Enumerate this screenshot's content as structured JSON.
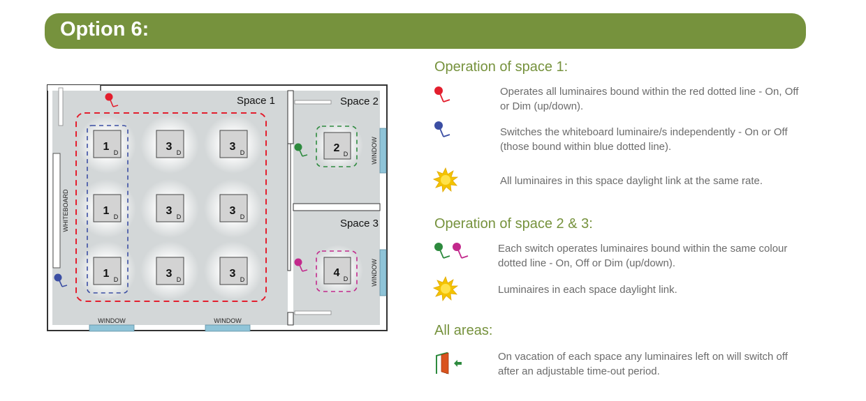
{
  "banner": {
    "title": "Option 6:"
  },
  "plan": {
    "rooms": {
      "space1": "Space 1",
      "space2": "Space 2",
      "space3": "Space 3"
    },
    "labels": {
      "whiteboard": "WHITEBOARD",
      "window": "WINDOW"
    },
    "luminaires": {
      "space1_whiteboard": {
        "number": "1",
        "tag": "D"
      },
      "space1_main": {
        "number": "3",
        "tag": "D"
      },
      "space2": {
        "number": "2",
        "tag": "D"
      },
      "space3": {
        "number": "4",
        "tag": "D"
      }
    },
    "colors": {
      "red_line": "#e31e2d",
      "blue_line": "#3b4ea3",
      "green_line": "#2d8a3e",
      "magenta_line": "#c2298c",
      "floor": "#d3d7d8",
      "window": "#8fc4d8"
    }
  },
  "legend": {
    "space1": {
      "title": "Operation of space 1:",
      "red_switch": "Operates all luminaires bound within the red dotted line - On, Off or Dim (up/down).",
      "blue_switch": "Switches the whiteboard luminaire/s independently - On or Off (those bound within blue dotted line).",
      "daylight": "All luminaires in this space daylight link at the same rate."
    },
    "space23": {
      "title": "Operation of space 2 & 3:",
      "switches": "Each switch operates luminaires bound within the same colour dotted line - On, Off or Dim (up/down).",
      "daylight": "Luminaires in each space daylight link."
    },
    "all": {
      "title": "All areas:",
      "vacancy": "On vacation of each space any luminaires left on will switch off after an adjustable time-out period."
    },
    "icons": {
      "red": "red-switch-icon",
      "blue": "blue-switch-icon",
      "green": "green-switch-icon",
      "magenta": "magenta-switch-icon",
      "sun": "daylight-sun-icon",
      "door": "vacancy-door-icon"
    }
  }
}
